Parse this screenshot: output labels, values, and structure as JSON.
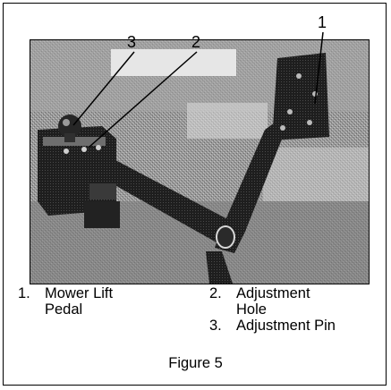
{
  "callouts": [
    {
      "number": "3"
    },
    {
      "number": "2"
    },
    {
      "number": "1"
    }
  ],
  "legend": [
    {
      "number": "1.",
      "lines": [
        "Mower Lift",
        "Pedal"
      ]
    },
    {
      "number": "2.",
      "lines": [
        "Adjustment",
        "Hole"
      ]
    },
    {
      "number": "3.",
      "lines": [
        "Adjustment Pin"
      ]
    }
  ],
  "caption": "Figure 5"
}
